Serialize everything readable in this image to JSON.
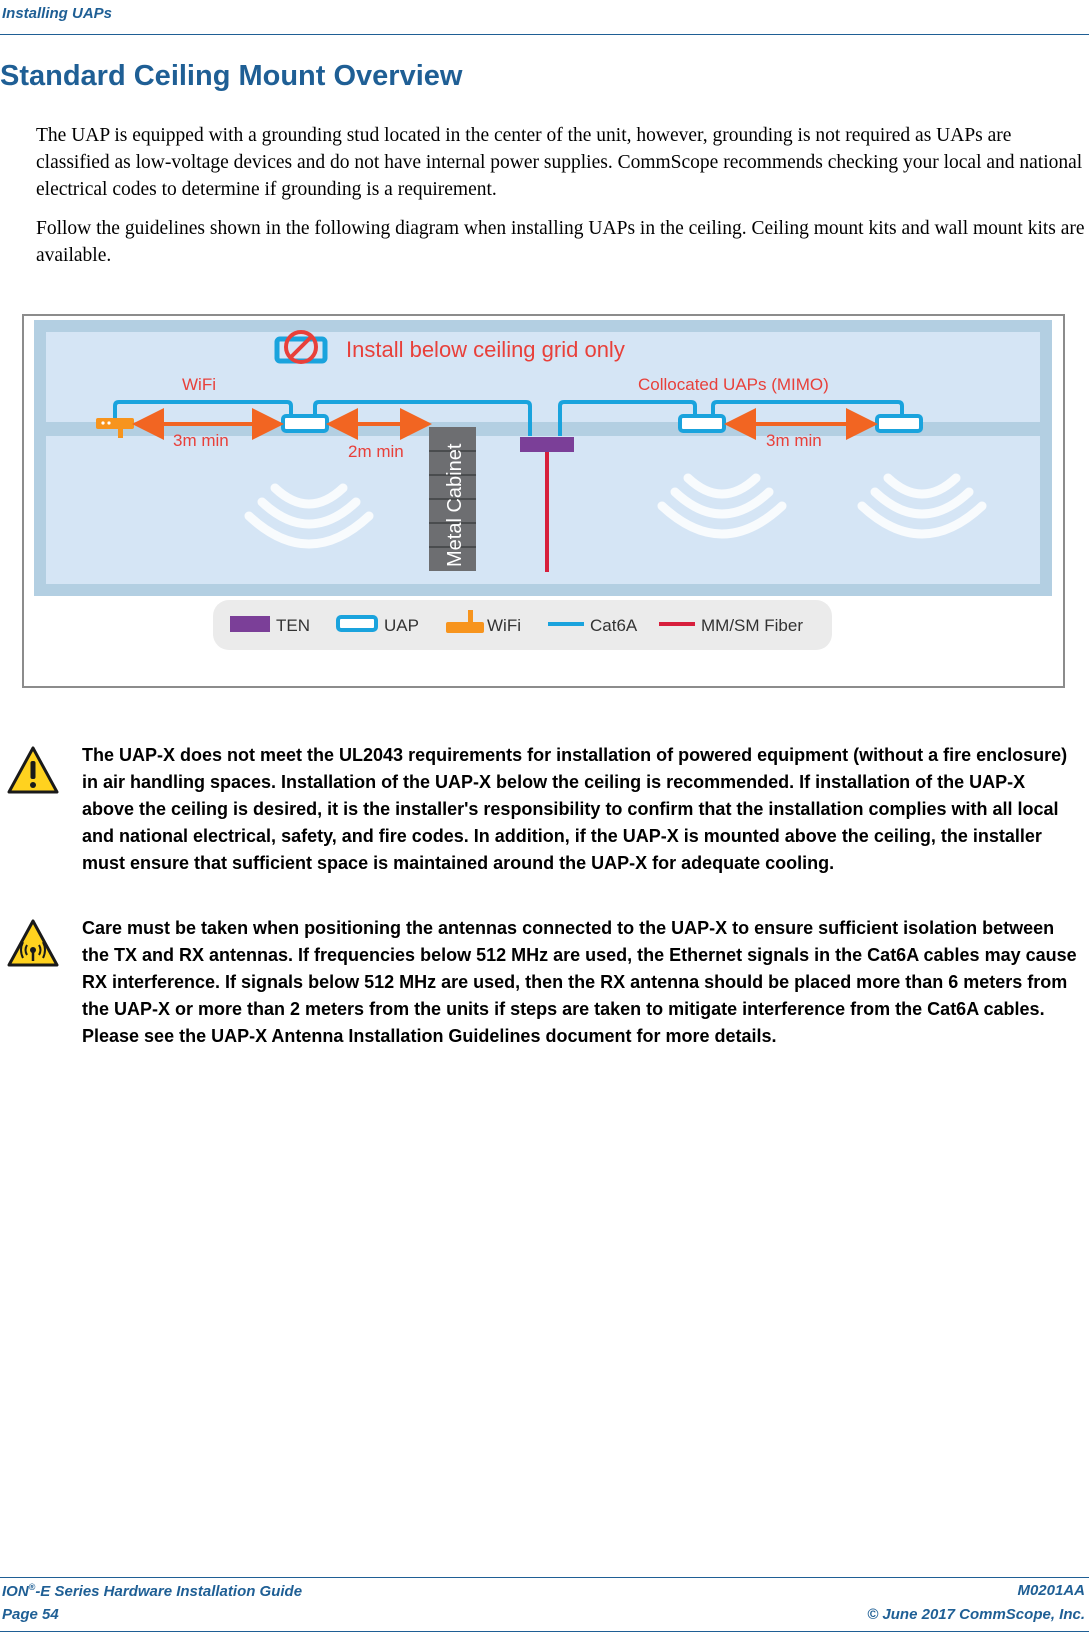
{
  "header": {
    "section": "Installing UAPs"
  },
  "title": "Standard Ceiling Mount Overview",
  "paragraphs": [
    "The UAP is equipped with a grounding stud located in the center of the unit, however, grounding is not required as UAPs are classified as low-voltage devices and do not have internal power supplies. CommScope recommends checking your local and national electrical codes to determine if grounding is a requirement.",
    "Follow the guidelines shown in the following diagram when installing UAPs in the ceiling. Ceiling mount kits and wall mount kits are available."
  ],
  "diagram": {
    "banner": "Install below ceiling grid only",
    "wifi_label": "WiFi",
    "collocated_label": "Collocated UAPs (MIMO)",
    "dist_left": "3m min",
    "dist_middle": "2m min",
    "dist_right": "3m min",
    "cabinet_label": "Metal Cabinet",
    "legend": {
      "ten": "TEN",
      "uap": "UAP",
      "wifi": "WiFi",
      "cat6a": "Cat6A",
      "fiber": "MM/SM Fiber"
    },
    "colors": {
      "ceiling_frame": "#b3cfe2",
      "ceiling_fill": "#d5e5f5",
      "uap": "#1aa3dd",
      "ten": "#7b3f98",
      "wifi": "#f7941d",
      "arrow": "#f26522",
      "fiber": "#d71f3c",
      "label_red": "#e8403a",
      "cabinet": "#6d6e71"
    }
  },
  "notes": [
    "The UAP-X does not meet the UL2043 requirements for installation of powered equipment (without a fire enclosure) in air handling spaces. Installation of the UAP-X below the ceiling is recommended. If installation of the UAP-X above the ceiling is desired, it is the installer's responsibility to confirm that the installation complies with all local and national electrical, safety, and fire codes. In addition, if the UAP-X is mounted above the ceiling, the installer must ensure that sufficient space is maintained around the UAP-X for adequate cooling.",
    "Care must be taken when positioning the antennas connected to the UAP-X to ensure sufficient isolation between the TX and RX antennas. If frequencies below 512 MHz are used, the Ethernet signals in the Cat6A cables may cause RX interference. If signals below 512 MHz are used, then the RX antenna should be placed more than 6 meters from the UAP-X or more than 2 meters from the units if steps are taken to mitigate interference from the Cat6A cables. Please see the UAP-X Antenna Installation Guidelines document for more details."
  ],
  "footer": {
    "product": "ION",
    "registered": "®",
    "guide": "-E Series Hardware Installation Guide",
    "page": "Page 54",
    "doc_id": "M0201AA",
    "copyright": "© June 2017 CommScope, Inc."
  }
}
